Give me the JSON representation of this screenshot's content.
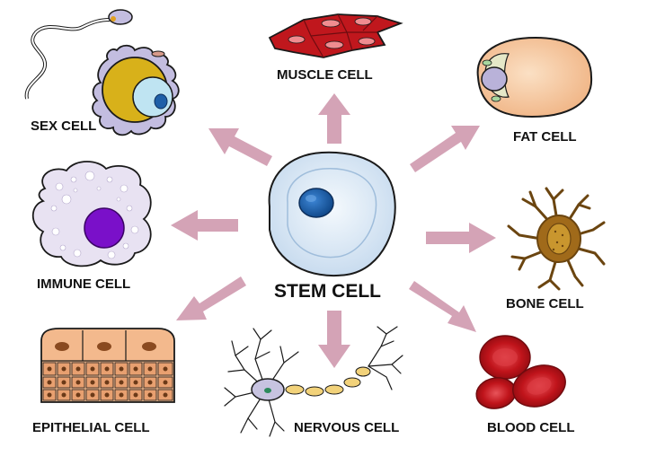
{
  "center": {
    "label": "STEM CELL"
  },
  "cells": {
    "sex": "SEX CELL",
    "muscle": "MUSCLE CELL",
    "fat": "FAT CELL",
    "immune": "IMMUNE CELL",
    "bone": "BONE CELL",
    "epithelial": "EPITHELIAL CELL",
    "nervous": "NERVOUS CELL",
    "blood": "BLOOD CELL"
  },
  "colors": {
    "arrow": "#d4a3b6",
    "outline": "#1a1a1a",
    "stem_membrane": "#dce9f5",
    "stem_nucleus": "#1f5fa8",
    "muscle": "#c0171d",
    "fat": "#f5c9a3",
    "immune": "#e8e2f2",
    "immune_nucleus": "#7a10c9",
    "bone": "#a06a1a",
    "epithelial": "#f3b98d",
    "nervous": "#c7c3e0",
    "myelin": "#f2d27a",
    "blood": "#c0141b",
    "sex_cell_outer": "#c3bde0",
    "sex_cell_yellow": "#d8b11a"
  }
}
